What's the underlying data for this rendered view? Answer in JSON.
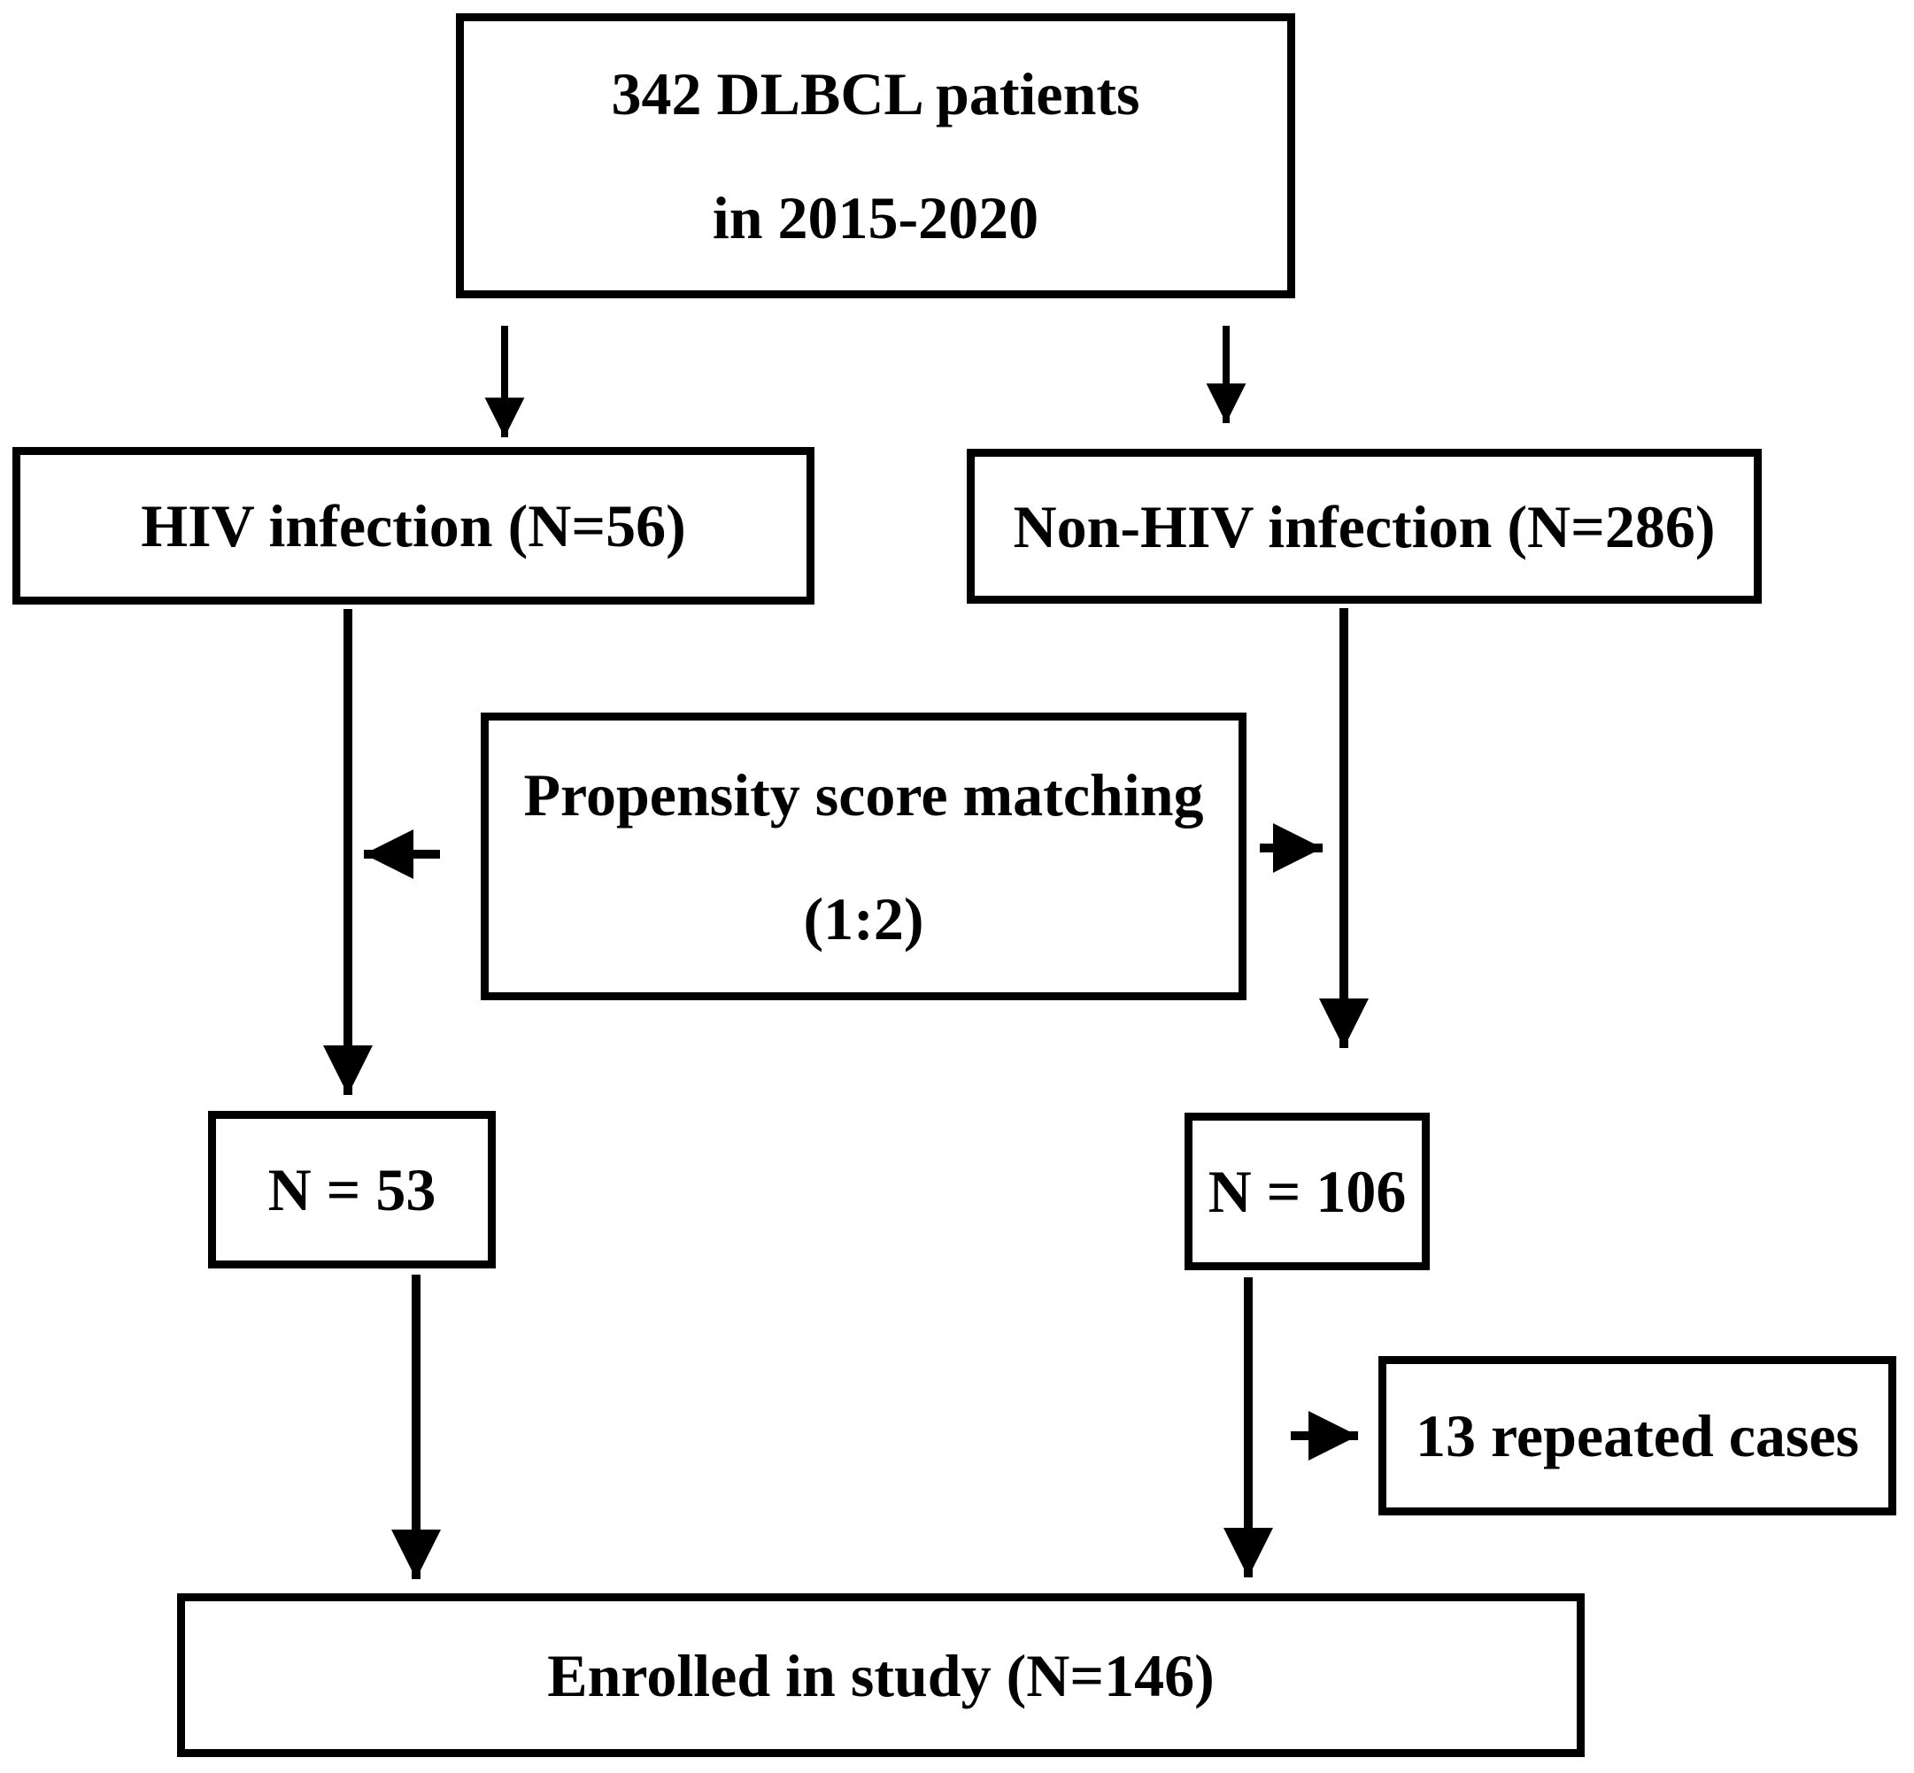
{
  "figure": {
    "title": "DLBCL patient enrollment flowchart",
    "colors": {
      "background": "#ffffff",
      "border": "#000000",
      "text": "#000000",
      "arrow": "#000000"
    },
    "boxes": {
      "total": {
        "line1": "342 DLBCL patients",
        "line2": "in 2015-2020"
      },
      "hiv": {
        "label": "HIV infection (N=56)"
      },
      "non_hiv": {
        "label": "Non-HIV infection (N=286)"
      },
      "psm": {
        "line1": "Propensity score matching",
        "line2": "(1:2)"
      },
      "matched_hiv": {
        "label": "N = 53"
      },
      "matched_control": {
        "label": "N = 106"
      },
      "repeated": {
        "label": "13 repeated cases"
      },
      "enrolled": {
        "label": "Enrolled in study (N=146)"
      }
    }
  }
}
